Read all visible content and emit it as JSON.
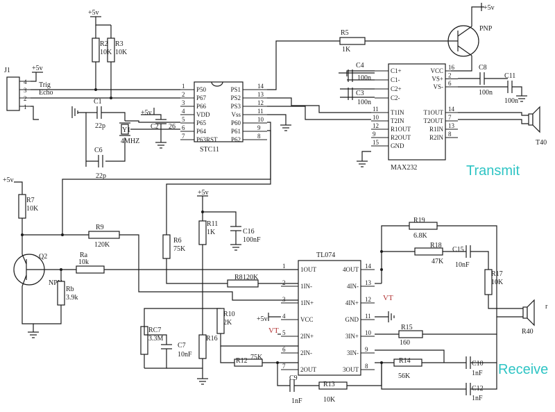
{
  "connector": {
    "name": "J1",
    "pins": [
      "4",
      "3",
      "2",
      "1"
    ],
    "supply": "+5v",
    "signals": [
      "Trig",
      "Echo"
    ]
  },
  "mcu": {
    "name": "STC11",
    "left_pins": [
      {
        "num": "1",
        "name": "P50"
      },
      {
        "num": "2",
        "name": "P67"
      },
      {
        "num": "3",
        "name": "P66"
      },
      {
        "num": "4",
        "name": "VDD"
      },
      {
        "num": "5",
        "name": "P65"
      },
      {
        "num": "6",
        "name": "P64"
      },
      {
        "num": "7",
        "name": "P63RST"
      }
    ],
    "right_pins": [
      {
        "num": "14",
        "name": "PS1"
      },
      {
        "num": "13",
        "name": "PS2"
      },
      {
        "num": "12",
        "name": "PS3"
      },
      {
        "num": "11",
        "name": "Vss"
      },
      {
        "num": "10",
        "name": "P60"
      },
      {
        "num": "9",
        "name": "P61"
      },
      {
        "num": "8",
        "name": "P62"
      }
    ],
    "supply": "+5v"
  },
  "max232": {
    "name": "MAX232",
    "left_pins": [
      {
        "num": "",
        "name": "C1+"
      },
      {
        "num": "",
        "name": "C1-"
      },
      {
        "num": "",
        "name": "C2+"
      },
      {
        "num": "",
        "name": "C2-"
      },
      {
        "num": "11",
        "name": "T1IN"
      },
      {
        "num": "10",
        "name": "T2IN"
      },
      {
        "num": "12",
        "name": "R1OUT"
      },
      {
        "num": "9",
        "name": "R2OUT"
      },
      {
        "num": "15",
        "name": "GND"
      }
    ],
    "right_pins": [
      {
        "num": "16",
        "name": "VCC"
      },
      {
        "num": "2",
        "name": "VS+"
      },
      {
        "num": "6",
        "name": "VS-"
      },
      {
        "num": "14",
        "name": "T1OUT"
      },
      {
        "num": "7",
        "name": "T2OUT"
      },
      {
        "num": "13",
        "name": "R1IN"
      },
      {
        "num": "8",
        "name": "R2IN"
      }
    ]
  },
  "tl074": {
    "name": "TL074",
    "left_pins": [
      {
        "num": "1",
        "name": "1OUT"
      },
      {
        "num": "2",
        "name": "1IN-"
      },
      {
        "num": "3",
        "name": "1IN+"
      },
      {
        "num": "4",
        "name": "VCC"
      },
      {
        "num": "5",
        "name": "2IN+"
      },
      {
        "num": "6",
        "name": "2IN-"
      },
      {
        "num": "7",
        "name": "2OUT"
      }
    ],
    "right_pins": [
      {
        "num": "14",
        "name": "4OUT"
      },
      {
        "num": "13",
        "name": "4IN-"
      },
      {
        "num": "12",
        "name": "4IN+"
      },
      {
        "num": "11",
        "name": "GND"
      },
      {
        "num": "10",
        "name": "3IN+"
      },
      {
        "num": "9",
        "name": "3IN-"
      },
      {
        "num": "8",
        "name": "3OUT"
      }
    ]
  },
  "components": {
    "R2": {
      "ref": "R2",
      "value": "10K"
    },
    "R3": {
      "ref": "R3",
      "value": "10K"
    },
    "R5": {
      "ref": "R5",
      "value": "1K"
    },
    "R6": {
      "ref": "R6",
      "value": "75K"
    },
    "R7": {
      "ref": "R7",
      "value": "10K"
    },
    "R8": {
      "ref": "R8",
      "value": "120K"
    },
    "R9": {
      "ref": "R9",
      "value": "120K"
    },
    "R10": {
      "ref": "R10",
      "value": "2K"
    },
    "R11": {
      "ref": "R11",
      "value": "1K"
    },
    "R12": {
      "ref": "R12",
      "value": "75K"
    },
    "R13": {
      "ref": "R13",
      "value": "10K"
    },
    "R14": {
      "ref": "R14",
      "value": "56K"
    },
    "R15": {
      "ref": "R15",
      "value": "160"
    },
    "R16": {
      "ref": "R16",
      "value": ""
    },
    "R17": {
      "ref": "R17",
      "value": "10K"
    },
    "R18": {
      "ref": "R18",
      "value": "47K"
    },
    "R19": {
      "ref": "R19",
      "value": "6.8K"
    },
    "Ra": {
      "ref": "Ra",
      "value": "10k"
    },
    "Rb": {
      "ref": "Rb",
      "value": "3.9k"
    },
    "RC7": {
      "ref": "RC7",
      "value": "3.3M"
    },
    "C1": {
      "ref": "C1",
      "value": "22p"
    },
    "C2": {
      "ref": "C2",
      "value": ""
    },
    "C3": {
      "ref": "C3",
      "value": "100n"
    },
    "C4": {
      "ref": "C4",
      "value": "100n"
    },
    "C6": {
      "ref": "C6",
      "value": "22p"
    },
    "C7": {
      "ref": "C7",
      "value": "10nF"
    },
    "C8": {
      "ref": "C8",
      "value": "100n"
    },
    "C9": {
      "ref": "C9",
      "value": "1nF"
    },
    "C10": {
      "ref": "C10",
      "value": "1nF"
    },
    "C11": {
      "ref": "C11",
      "value": "100n"
    },
    "C12": {
      "ref": "C12",
      "value": "1nF"
    },
    "C15": {
      "ref": "C15",
      "value": "10nF"
    },
    "C16": {
      "ref": "C16",
      "value": "100nF"
    },
    "Y1": {
      "ref": "Y1",
      "value": "4MHZ"
    },
    "Q1": {
      "ref": "",
      "value": "PNP"
    },
    "Q2": {
      "ref": "Q2",
      "value": "NPN"
    },
    "C2_num": {
      "ref": "26",
      "value": ""
    }
  },
  "power": {
    "vcc": "+5v",
    "vt": "VT"
  },
  "transducers": {
    "tx": {
      "ref": "T40"
    },
    "rx": {
      "ref": "R40",
      "tag": "r"
    }
  },
  "labels": {
    "transmit": "Transmit",
    "receive": "Receive"
  }
}
